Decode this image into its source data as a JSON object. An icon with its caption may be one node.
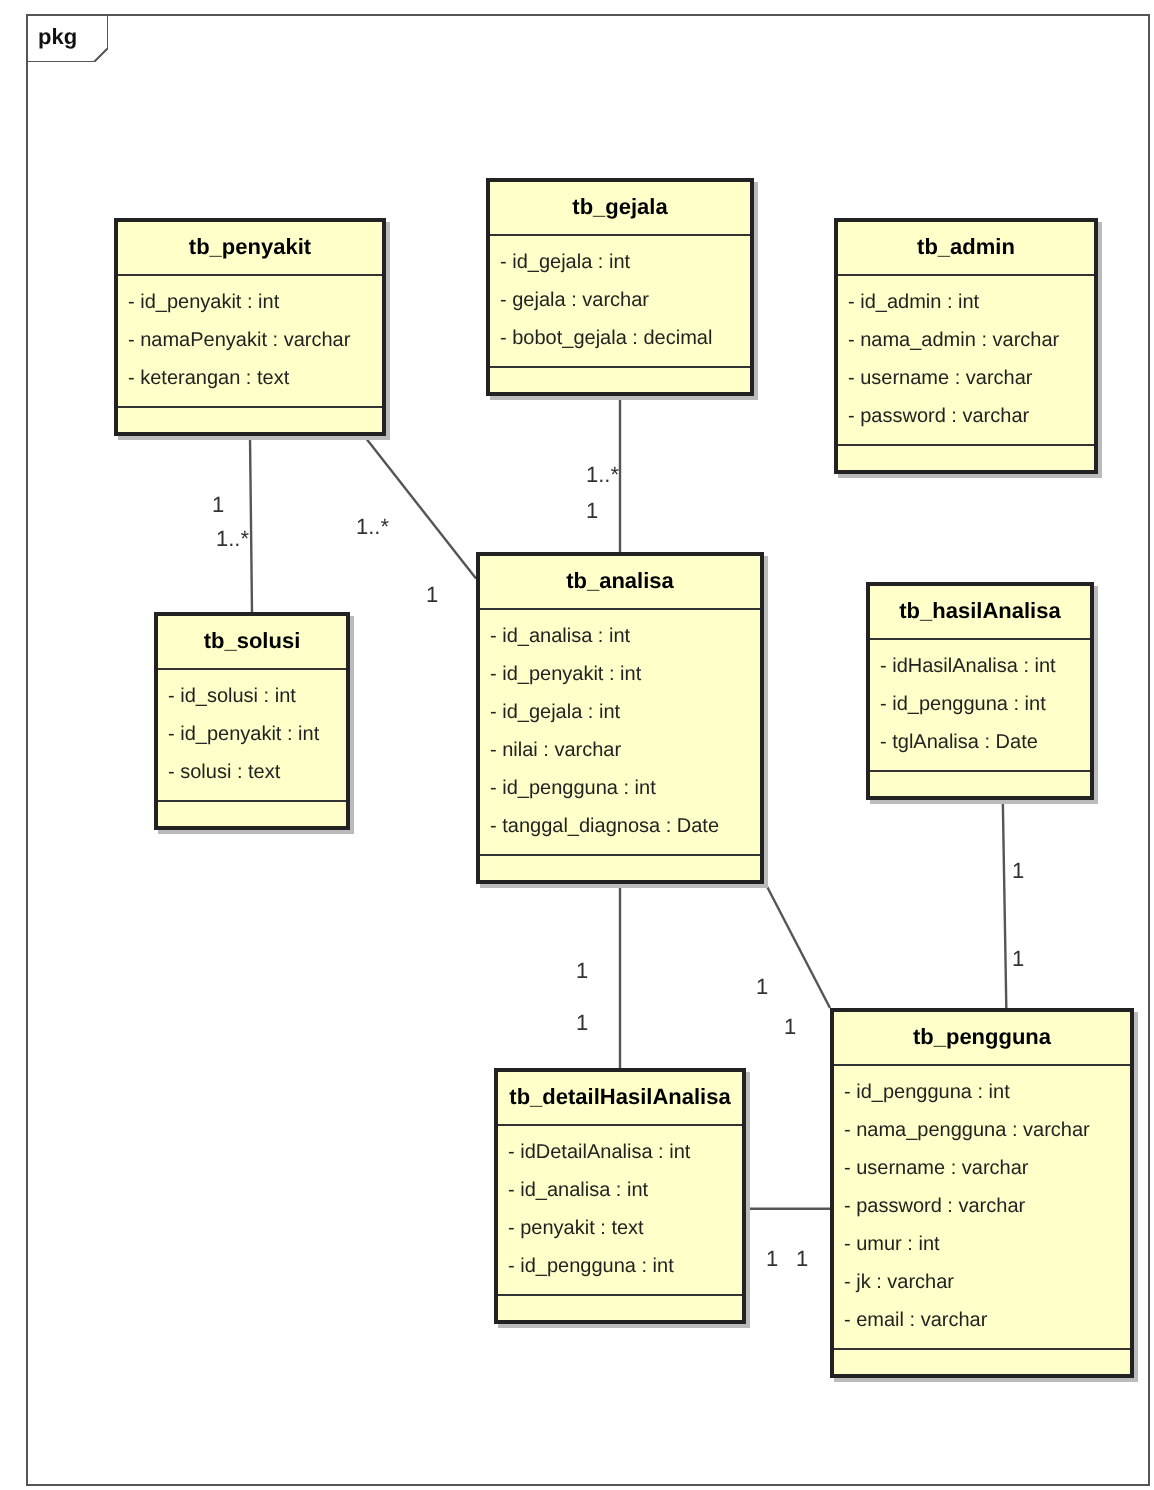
{
  "diagram": {
    "nodes": [
      {
        "text": [
          "pkg"
        ]
      },
      {
        "text": [
          "tb_penyakit",
          "- id_penyakit : int",
          "- namaPenyakit : varchar",
          "- keterangan : text"
        ],
        "in": 0
      },
      {
        "text": [
          "tb_gejala",
          "- id_gejala : int",
          "- gejala : varchar",
          "- bobot_gejala : decimal"
        ],
        "in": 0
      },
      {
        "text": [
          "tb_admin",
          "- id_admin : int",
          "- nama_admin : varchar",
          "- username : varchar",
          "- password : varchar"
        ],
        "in": 0
      },
      {
        "text": [
          "tb_solusi",
          "- id_solusi : int",
          "- id_penyakit : int",
          "- solusi : text"
        ],
        "in": 0
      },
      {
        "text": [
          "tb_analisa",
          "- id_analisa : int",
          "- id_penyakit : int",
          "- id_gejala : int",
          "- nilai : varchar",
          "- id_pengguna : int",
          "- tanggal_diagnosa : Date"
        ],
        "in": 0
      },
      {
        "text": [
          "tb_hasilAnalisa",
          "- idHasilAnalisa : int",
          "- id_pengguna : int",
          "- tglAnalisa : Date"
        ],
        "in": 0
      },
      {
        "text": [
          "tb_detailHasilAnalisa",
          "- idDetailAnalisa : int",
          "- id_analisa : int",
          "- penyakit : text",
          "- id_pengguna : int"
        ],
        "in": 0
      },
      {
        "text": [
          "tb_pengguna",
          "- id_pengguna : int",
          "- nama_pengguna : varchar",
          "- username : varchar",
          "- password : varchar",
          "- umur : int",
          "- jk : varchar",
          "- email : varchar"
        ],
        "in": 0
      }
    ],
    "edges": [
      {
        "from": 1,
        "to": 4,
        "arrow": "none"
      },
      {
        "from": 1,
        "to": 5,
        "arrow": "none"
      },
      {
        "from": 2,
        "to": 5,
        "arrow": "none"
      },
      {
        "from": 5,
        "to": 7,
        "arrow": "none"
      },
      {
        "from": 5,
        "to": 8,
        "arrow": "none"
      },
      {
        "from": 6,
        "to": 8,
        "arrow": "none"
      },
      {
        "from": 7,
        "to": 8,
        "arrow": "none"
      }
    ],
    "labels": [
      "1",
      "1..*",
      "1..*",
      "1",
      "1..*",
      "1",
      "1",
      "1",
      "1",
      "1",
      "1",
      "1",
      "1",
      "1"
    ]
  }
}
